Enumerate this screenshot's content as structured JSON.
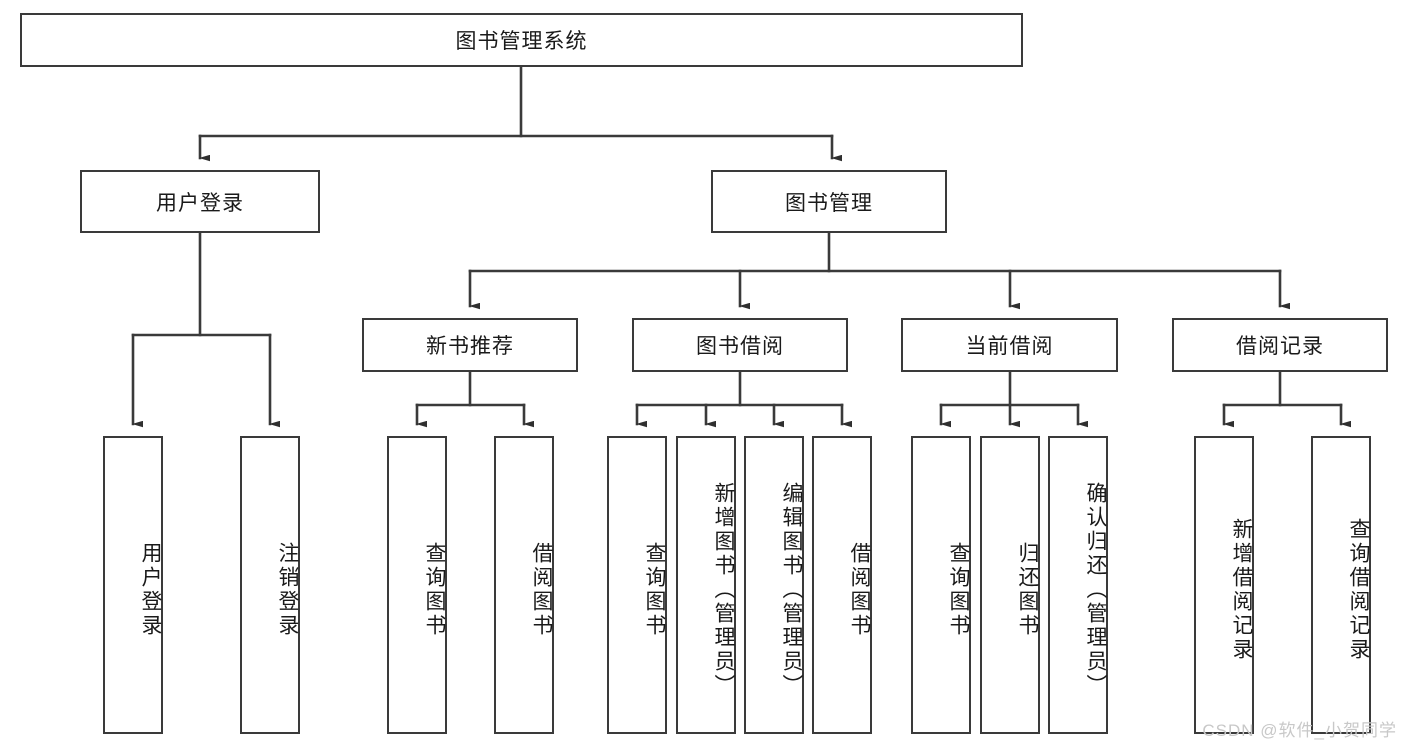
{
  "diagram": {
    "type": "tree-hierarchy-chart",
    "title": "图书管理系统",
    "line_color": "#3a3a3a",
    "box_fill": "#ffffff",
    "text_color": "#1a1a1a",
    "root": {
      "label": "图书管理系统"
    },
    "level2": [
      {
        "label": "用户登录"
      },
      {
        "label": "图书管理"
      }
    ],
    "level3": [
      {
        "label": "新书推荐"
      },
      {
        "label": "图书借阅"
      },
      {
        "label": "当前借阅"
      },
      {
        "label": "借阅记录"
      }
    ],
    "leaves": {
      "user_login": [
        {
          "label": "用户登录"
        },
        {
          "label": "注销登录"
        }
      ],
      "new_book_recommend": [
        {
          "label": "查询图书"
        },
        {
          "label": "借阅图书"
        }
      ],
      "book_borrow": [
        {
          "label": "查询图书"
        },
        {
          "label": "新增图书（管理员）"
        },
        {
          "label": "编辑图书（管理员）"
        },
        {
          "label": "借阅图书"
        }
      ],
      "current_borrow": [
        {
          "label": "查询图书"
        },
        {
          "label": "归还图书"
        },
        {
          "label": "确认归还（管理员）"
        }
      ],
      "borrow_record": [
        {
          "label": "新增借阅记录"
        },
        {
          "label": "查询借阅记录"
        }
      ]
    }
  },
  "watermark": {
    "text": "CSDN @软件_小贺同学",
    "color": "#c8c8c8"
  }
}
